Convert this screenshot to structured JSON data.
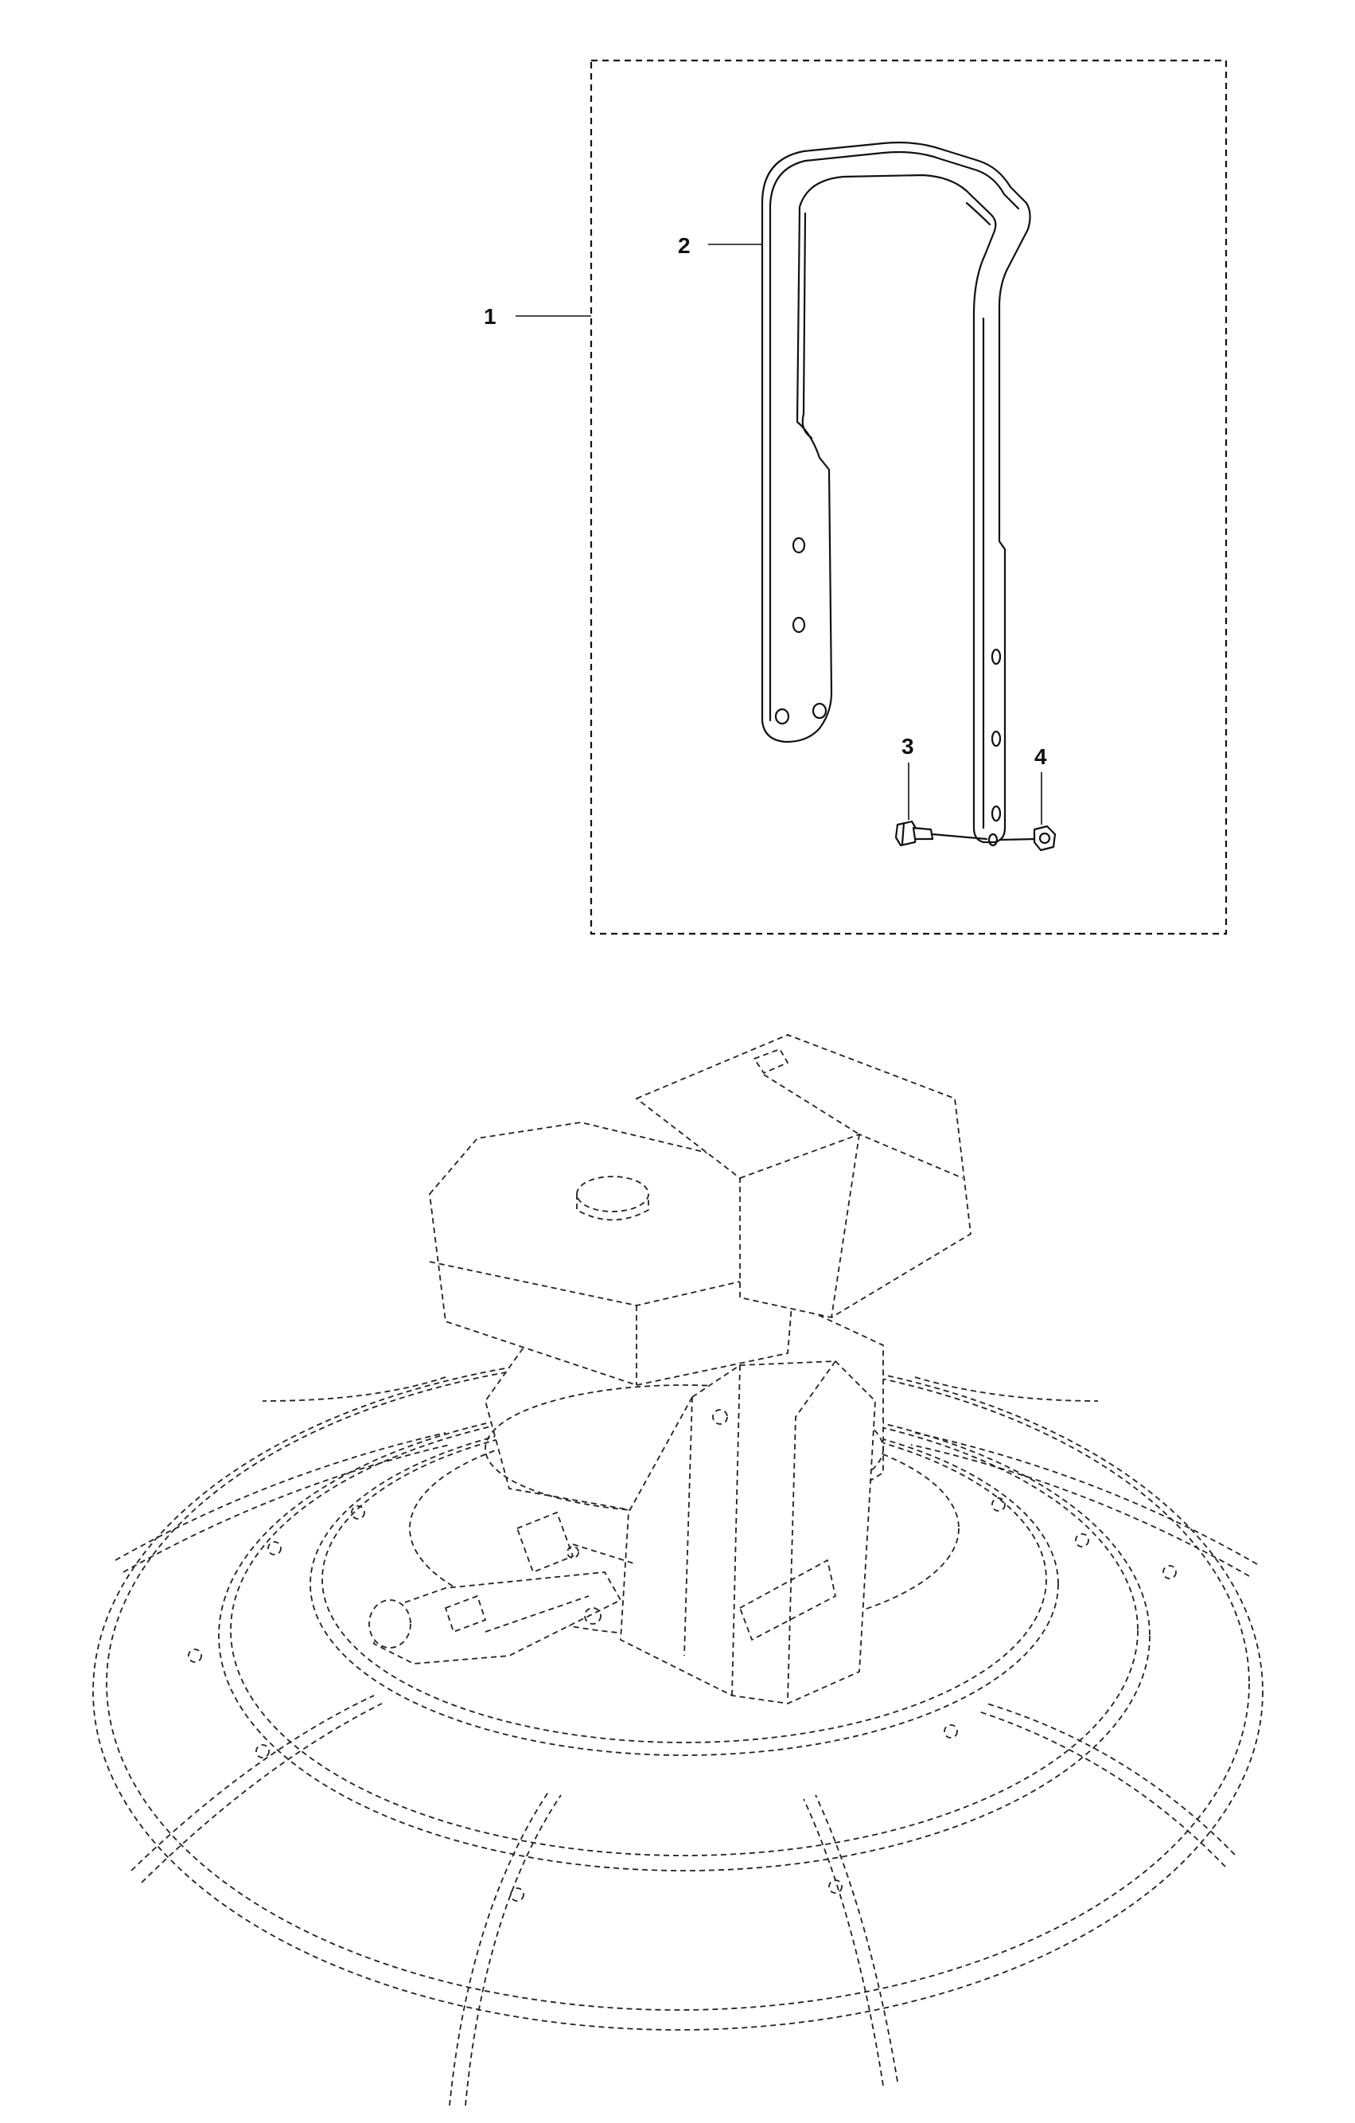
{
  "callouts": {
    "kit": "1",
    "handle": "2",
    "bolt": "3",
    "nut": "4"
  }
}
